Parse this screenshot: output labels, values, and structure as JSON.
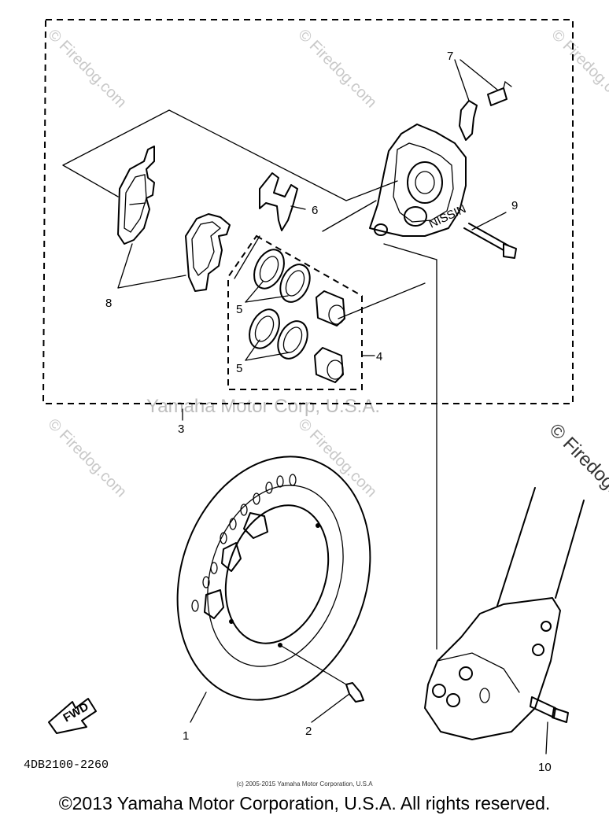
{
  "watermarks": {
    "firedog": "© Firedog.com",
    "center": "Yamaha Motor Corp, U.S.A."
  },
  "callouts": {
    "c1": "1",
    "c2": "2",
    "c3": "3",
    "c4": "4",
    "c5a": "5",
    "c5b": "5",
    "c6": "6",
    "c7": "7",
    "c8": "8",
    "c9": "9",
    "c10": "10"
  },
  "fwd_label": "FWD",
  "part_code": "4DB2100-2260",
  "fine_print": "(c) 2005-2015 Yamaha Motor Corporation, U.S.A",
  "copyright": "©2013 Yamaha Motor Corporation, U.S.A. All rights reserved."
}
